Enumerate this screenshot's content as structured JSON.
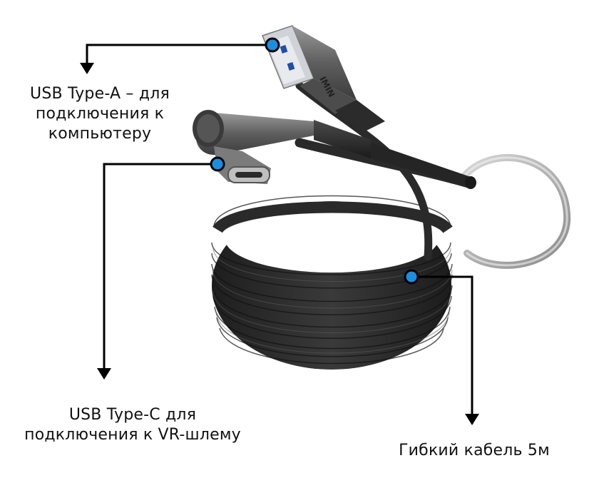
{
  "labels": {
    "usb_a": [
      "USB Type-A – для",
      "подключения к",
      "компьютеру"
    ],
    "usb_c": [
      "USB Type-C для",
      "подключения к VR-шлему"
    ],
    "cable": "Гибкий кабель 5м"
  },
  "connector_brand": "IMIN",
  "colors": {
    "marker": "#1a8fe0",
    "line": "#000000",
    "cable": "#2b2b2b",
    "metal": "#7a7a7a"
  }
}
